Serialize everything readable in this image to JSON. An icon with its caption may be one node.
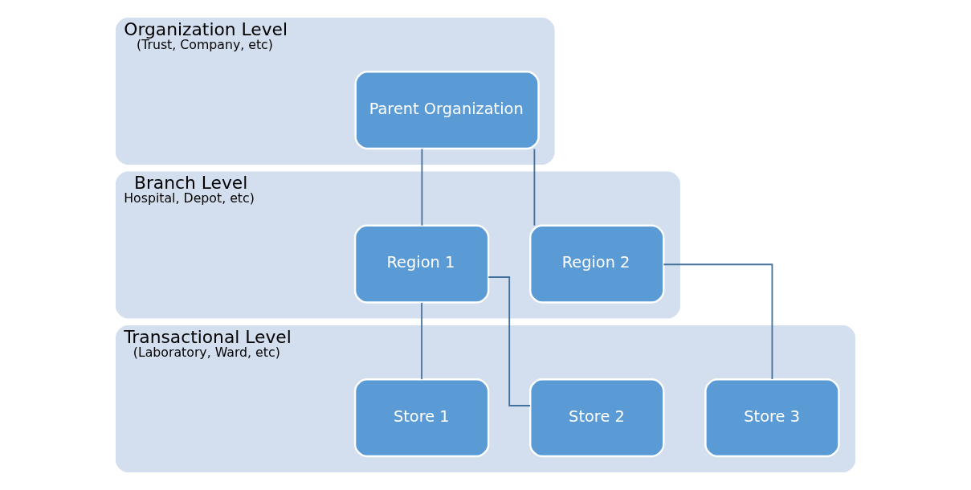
{
  "diagram": {
    "nodes": [
      {
        "text": [
          "Organization Level",
          "(Trust, Company, etc)"
        ]
      },
      {
        "text": [
          "Parent Organization"
        ],
        "in": 0
      },
      {
        "text": [
          "Branch Level",
          "Hospital, Depot, etc)"
        ]
      },
      {
        "text": [
          "Region 1"
        ],
        "in": 2
      },
      {
        "text": [
          "Region 2"
        ],
        "in": 2
      },
      {
        "text": [
          "Transactional Level",
          "(Laboratory, Ward, etc)"
        ]
      },
      {
        "text": [
          "Store 1"
        ],
        "in": 5
      },
      {
        "text": [
          "Store 2"
        ],
        "in": 5
      },
      {
        "text": [
          "Store 3"
        ],
        "in": 5
      }
    ],
    "edges": [
      {
        "from": 1,
        "to": 3,
        "arrow": "none"
      },
      {
        "from": 1,
        "to": 4,
        "arrow": "none"
      },
      {
        "from": 3,
        "to": 6,
        "arrow": "none"
      },
      {
        "from": 3,
        "to": 7,
        "arrow": "none"
      },
      {
        "from": 4,
        "to": 8,
        "arrow": "none"
      }
    ]
  }
}
